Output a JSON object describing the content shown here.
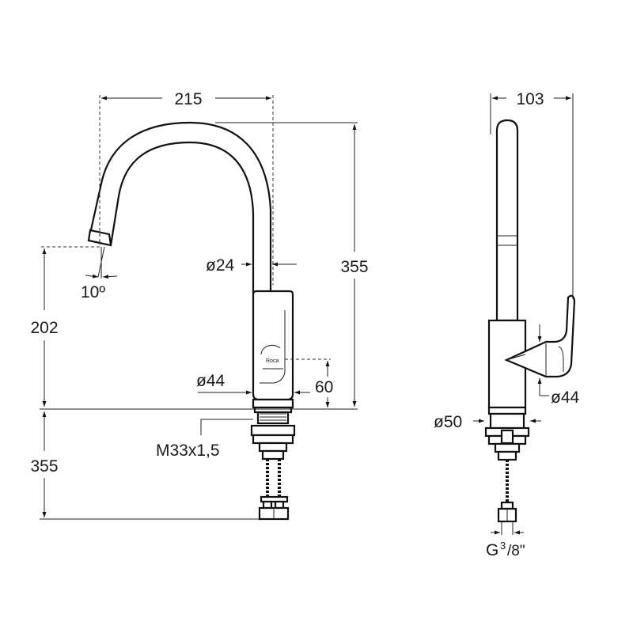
{
  "dimensions": {
    "spout_reach": "215",
    "spout_angle": "10º",
    "spout_diameter": "ø24",
    "total_height": "355",
    "spout_outlet_height": "202",
    "body_diameter": "ø44",
    "handle_height": "60",
    "thread": "M33x1,5",
    "hose_length": "355",
    "side_width": "103",
    "side_body_diameter": "ø44",
    "base_diameter": "ø50",
    "connection_prefix": "G",
    "connection_fraction_num": "3",
    "connection_fraction_den": "/8\""
  }
}
